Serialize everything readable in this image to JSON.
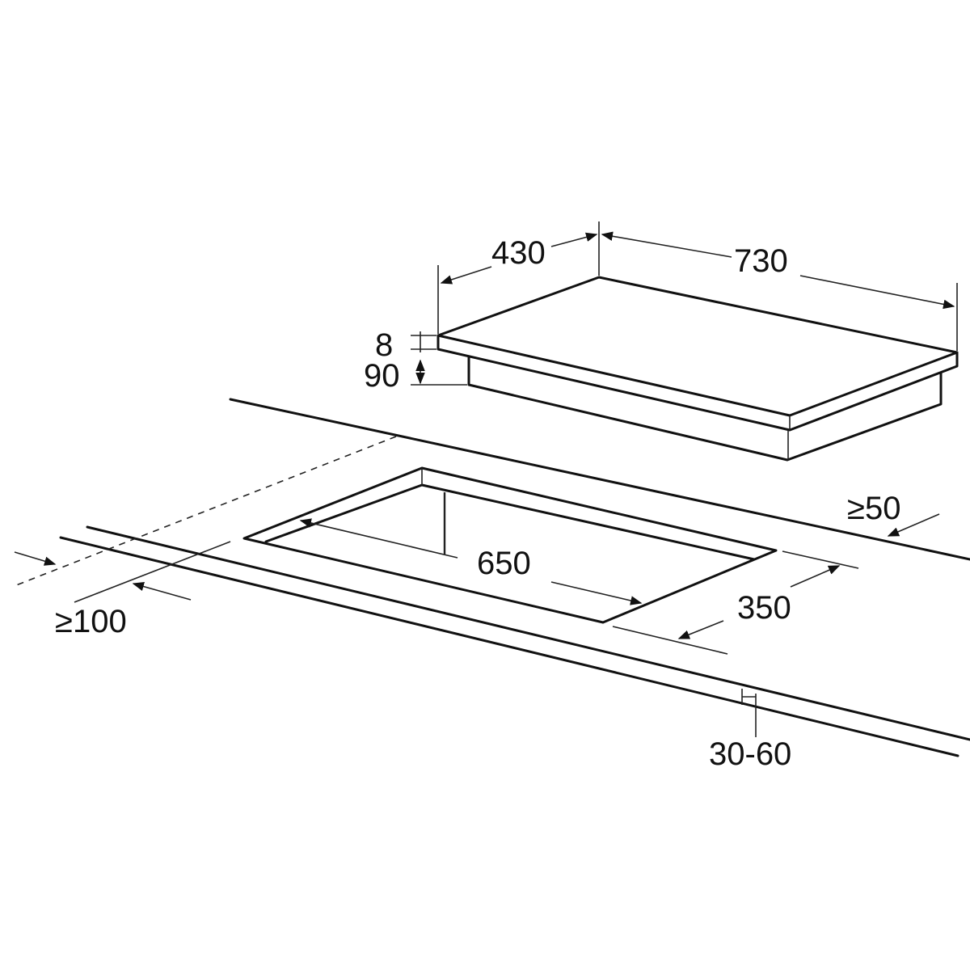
{
  "diagram": {
    "hob": {
      "depth_label": "430",
      "width_label": "730",
      "glass_thickness_label": "8",
      "body_height_label": "90"
    },
    "cutout": {
      "width_label": "650",
      "depth_label": "350",
      "rear_clearance_label": "≥50",
      "front_clearance_label": "≥100",
      "worktop_thickness_label": "30-60"
    }
  }
}
